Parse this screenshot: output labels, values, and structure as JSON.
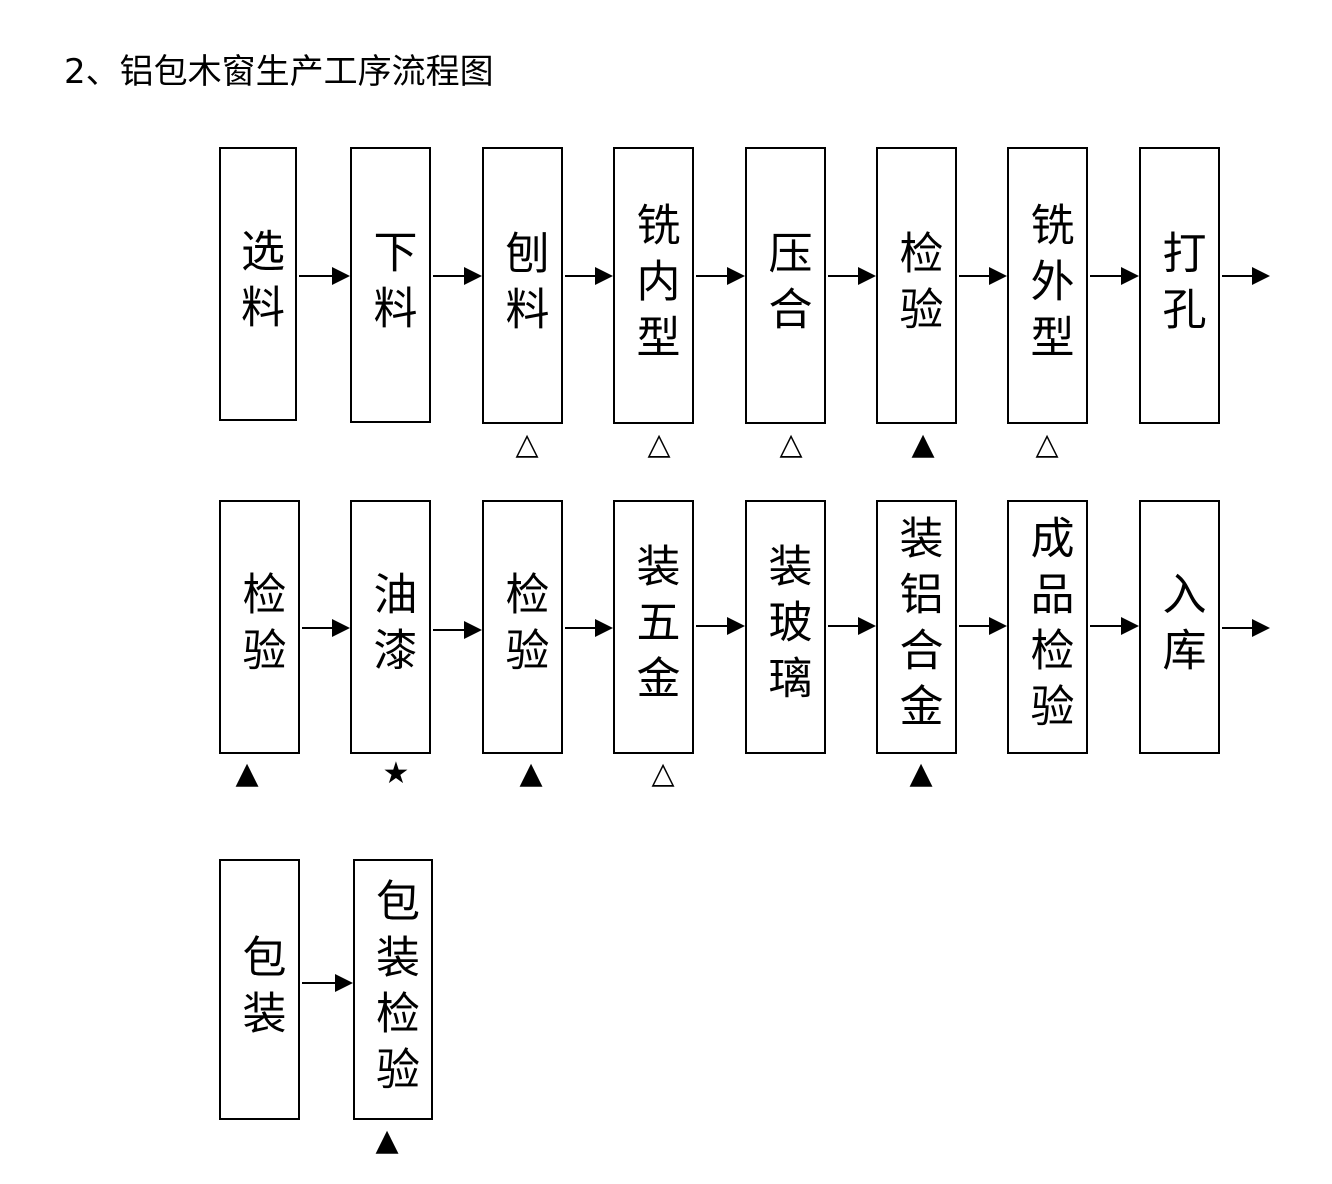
{
  "title": "2、铝包木窗生产工序流程图",
  "rows": [
    {
      "steps": [
        "选料",
        "下料",
        "刨料",
        "铣内型",
        "压合",
        "检验",
        "铣外型",
        "打孔"
      ],
      "markers": [
        "",
        "",
        "△",
        "△",
        "△",
        "▲",
        "△",
        ""
      ]
    },
    {
      "steps": [
        "检验",
        "油漆",
        "检验",
        "装五金",
        "装玻璃",
        "装铝合金",
        "成品检验",
        "入库"
      ],
      "markers": [
        "▲",
        "★",
        "▲",
        "△",
        "",
        "▲",
        "",
        ""
      ]
    },
    {
      "steps": [
        "包装",
        "包装检验"
      ],
      "markers": [
        "",
        "▲"
      ]
    }
  ]
}
